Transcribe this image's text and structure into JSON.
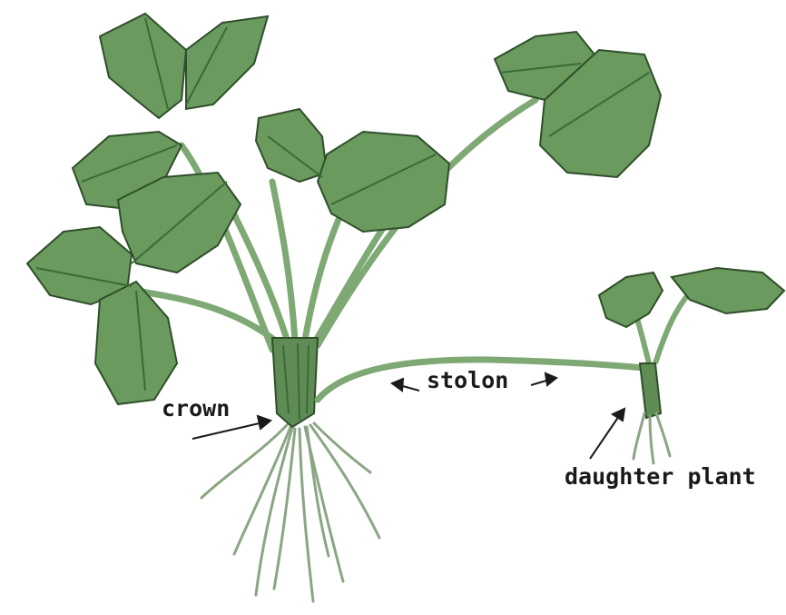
{
  "labels": {
    "crown": "crown",
    "stolon": "stolon",
    "daughter_plant": "daughter plant"
  },
  "colors": {
    "leaf_fill": "#6a9a5e",
    "leaf_vein": "#3c6a36",
    "leaf_edge": "#2f4f2a",
    "stem": "#7ea874",
    "crown": "#5f8c55",
    "root": "#8aa683",
    "arrow": "#1a1a1a",
    "background": "#ffffff"
  }
}
